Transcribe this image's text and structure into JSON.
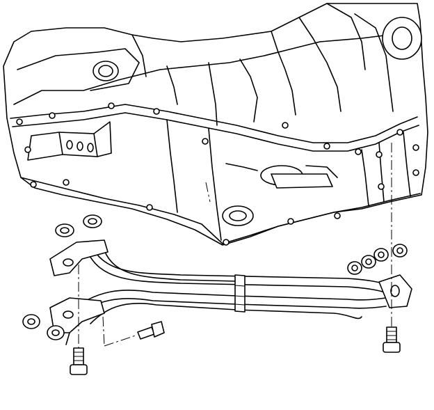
{
  "figure": {
    "domain": "Diagram",
    "subject_icon": "transmission-oil-cooler-pipe-exploded-view",
    "line_color": "#000000",
    "background_color": "#ffffff",
    "parts": [
      {
        "name": "transmission-case-and-oil-pan",
        "icon": "housing-icon"
      },
      {
        "name": "cooler-pipe-assembly",
        "icon": "pipe-icon"
      },
      {
        "name": "front-pipe-retaining-bracket",
        "icon": "bracket-icon"
      },
      {
        "name": "rear-pipe-retaining-bracket",
        "icon": "bracket-icon"
      },
      {
        "name": "pipe-seal-washers",
        "icon": "washer-icon",
        "count": 8
      },
      {
        "name": "bracket-bolts",
        "icon": "bolt-icon",
        "count": 3
      }
    ]
  }
}
